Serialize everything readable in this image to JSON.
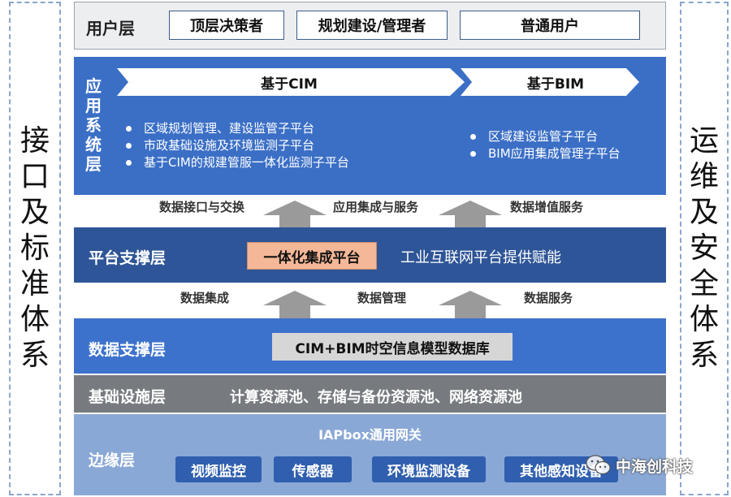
{
  "left_column": {
    "title": "接口及标准体系"
  },
  "right_column": {
    "title": "运维及安全体系"
  },
  "user_layer": {
    "label": "用户层",
    "items": [
      "顶层决策者",
      "规划建设/管理者",
      "普通用户"
    ]
  },
  "app_layer": {
    "label": "应用系统层",
    "cim": {
      "title": "基于CIM",
      "items": [
        "区域规划管理、建设监管子平台",
        "市政基础设施及环境监测子平台",
        "基于CIM的规建管服一体化监测子平台"
      ]
    },
    "bim": {
      "title": "基于BIM",
      "items": [
        "区域建设监管子平台",
        "BIM应用集成管理子平台"
      ]
    }
  },
  "services_upper": [
    "数据接口与交换",
    "应用集成与服务",
    "数据增值服务"
  ],
  "platform_layer": {
    "label": "平台支撑层",
    "box": "一体化集成平台",
    "note": "工业互联网平台提供赋能"
  },
  "services_lower": [
    "数据集成",
    "数据管理",
    "数据服务"
  ],
  "data_layer": {
    "label": "数据支撑层",
    "box": "CIM+BIM时空信息模型数据库"
  },
  "infra_layer": {
    "label": "基础设施层",
    "text": "计算资源池、存储与备份资源池、网络资源池"
  },
  "edge_layer": {
    "label": "边缘层",
    "gateway": "IAPbox通用网关",
    "items": [
      "视频监控",
      "传感器",
      "环境监测设备",
      "其他感知设备"
    ]
  },
  "watermark": {
    "text": "中海创科技"
  },
  "colors": {
    "app_blue": "#3b6fc6",
    "platform_blue": "#2e5597",
    "edge_blue": "#8aa8d6",
    "infra_grey": "#777b80",
    "orange": "#f4b797"
  }
}
